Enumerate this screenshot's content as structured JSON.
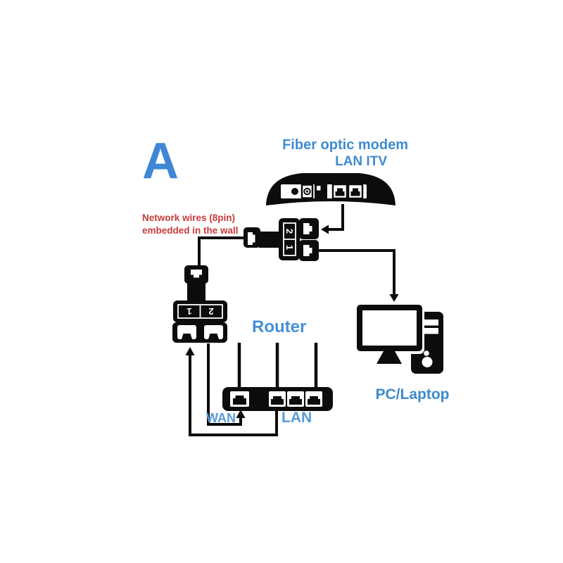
{
  "colors": {
    "background": "#ffffff",
    "ink": "#0c0c0c",
    "label_blue": "#3e8bd2",
    "port_label_blue": "#589bd8",
    "note_red": "#c93b3b"
  },
  "diagram": {
    "variant_letter": "A",
    "modem": {
      "title": "Fiber optic modem",
      "subtitle": "LAN ITV"
    },
    "wall_note": {
      "line1": "Network wires (8pin)",
      "line2": "embedded in the wall"
    },
    "splitter_top": {
      "port_top_label": "2",
      "port_bottom_label": "1"
    },
    "splitter_left": {
      "port_left_label": "1",
      "port_right_label": "2"
    },
    "router": {
      "title": "Router",
      "wan_label": "WAN",
      "lan_label": "LAN"
    },
    "pc": {
      "label": "PC/Laptop"
    }
  }
}
